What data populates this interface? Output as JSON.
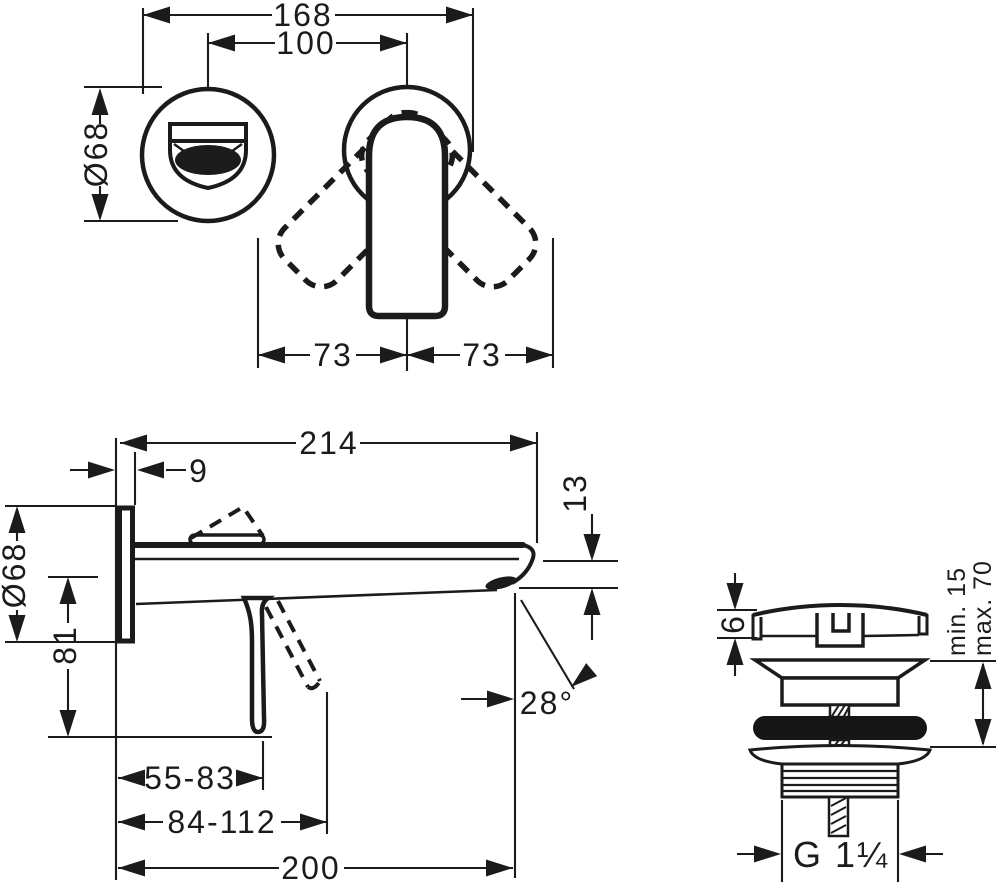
{
  "drawing_type": "technical-dimension-drawing",
  "subject": "wall-mounted single-lever basin mixer with push-open waste",
  "colors": {
    "ink": "#1b1b1b",
    "background": "#ffffff",
    "fill_dark": "#161616"
  },
  "views": {
    "front": "front view - escutcheons with spout opening and lever swing range",
    "side": "side view - wall plate, spout, lever travel",
    "drain": "push-open waste valve section"
  },
  "dims": {
    "d168": "168",
    "d100": "100",
    "dia68_front": "Ø68",
    "d73_l": "73",
    "d73_r": "73",
    "d214": "214",
    "d9": "9",
    "d13": "13",
    "dia68_side": "Ø68",
    "d81": "81",
    "d28": "28°",
    "d55_83": "55-83",
    "d84_112": "84-112",
    "d200": "200",
    "d6": "6",
    "dmin": "min. 15",
    "dmax": "max. 70",
    "dg": "G 1¼"
  }
}
